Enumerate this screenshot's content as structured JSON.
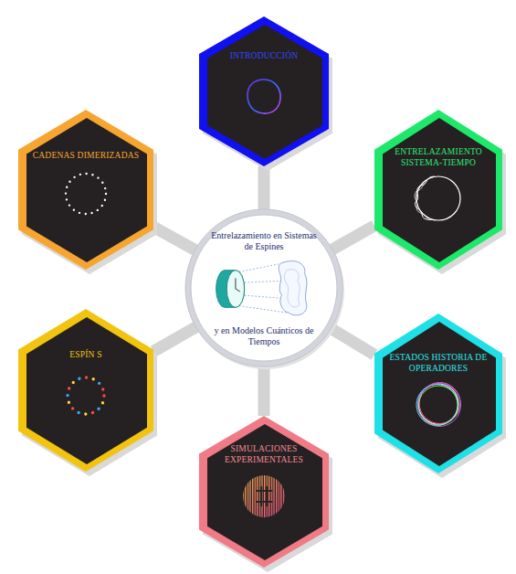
{
  "diagram": {
    "nodes": [
      {
        "text": [
          "INTRODUCCIÓN"
        ]
      },
      {
        "text": [
          "CADENAS DIMERIZADAS"
        ]
      },
      {
        "text": [
          "ENTRELAZAMIENTO SISTEMA-TIEMPO"
        ]
      },
      {
        "text": [
          "Entrelazamiento en Sistemas de Espines",
          "y en Modelos Cuánticos de Tiempos"
        ]
      },
      {
        "text": [
          "ESPÍN S"
        ]
      },
      {
        "text": [
          "ESTADOS HISTORIA DE OPERADORES"
        ]
      },
      {
        "text": [
          "SIMULACIONES EXPERIMENTALES"
        ]
      }
    ],
    "edges": [
      {
        "from": 3,
        "to": 0,
        "arrow": "none"
      },
      {
        "from": 3,
        "to": 2,
        "arrow": "none"
      },
      {
        "from": 3,
        "to": 5,
        "arrow": "none"
      },
      {
        "from": 3,
        "to": 6,
        "arrow": "none"
      },
      {
        "from": 3,
        "to": 4,
        "arrow": "none"
      },
      {
        "from": 3,
        "to": 1,
        "arrow": "none"
      }
    ]
  }
}
